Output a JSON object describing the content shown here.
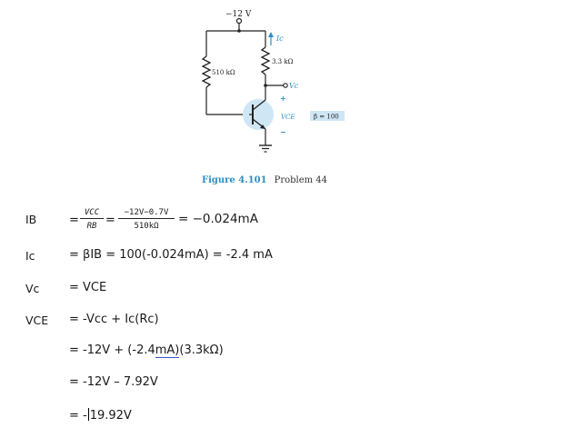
{
  "figure": {
    "supply_label": "−12 V",
    "rb_label": "510 kΩ",
    "rc_label": "3.3 kΩ",
    "ic_label": "Ic",
    "vc_label": "Vc",
    "vce_label": "VCE",
    "beta_label": "β = 100",
    "plus": "+",
    "minus": "−",
    "caption_number": "Figure 4.101",
    "caption_text": "Problem 44"
  },
  "rows": {
    "ib_label": "IB",
    "ib_eq1": "=",
    "ib_frac1_top": "VCC",
    "ib_frac1_bot": "RB",
    "ib_eq2": "=",
    "ib_frac2_top": "−12V−0.7V",
    "ib_frac2_bot": "510kΩ",
    "ib_result": "= −0.024mA",
    "ic_label": "Ic",
    "ic_eq": "= βIB = 100(-0.024mA) = -2.4 mA",
    "vc_label": "Vc",
    "vc_eq": "= VCE",
    "vce_label": "VCE",
    "vce_eq1": "= -Vcc + Ic(Rc)",
    "vce_eq2_a": "= -12V + (-2.4",
    "vce_eq2_b": "mA)",
    "vce_eq2_c": "(3.3kΩ)",
    "vce_eq3": "= -12V – 7.92V",
    "vce_eq4_a": "= -",
    "vce_eq4_b": "19.92V"
  }
}
